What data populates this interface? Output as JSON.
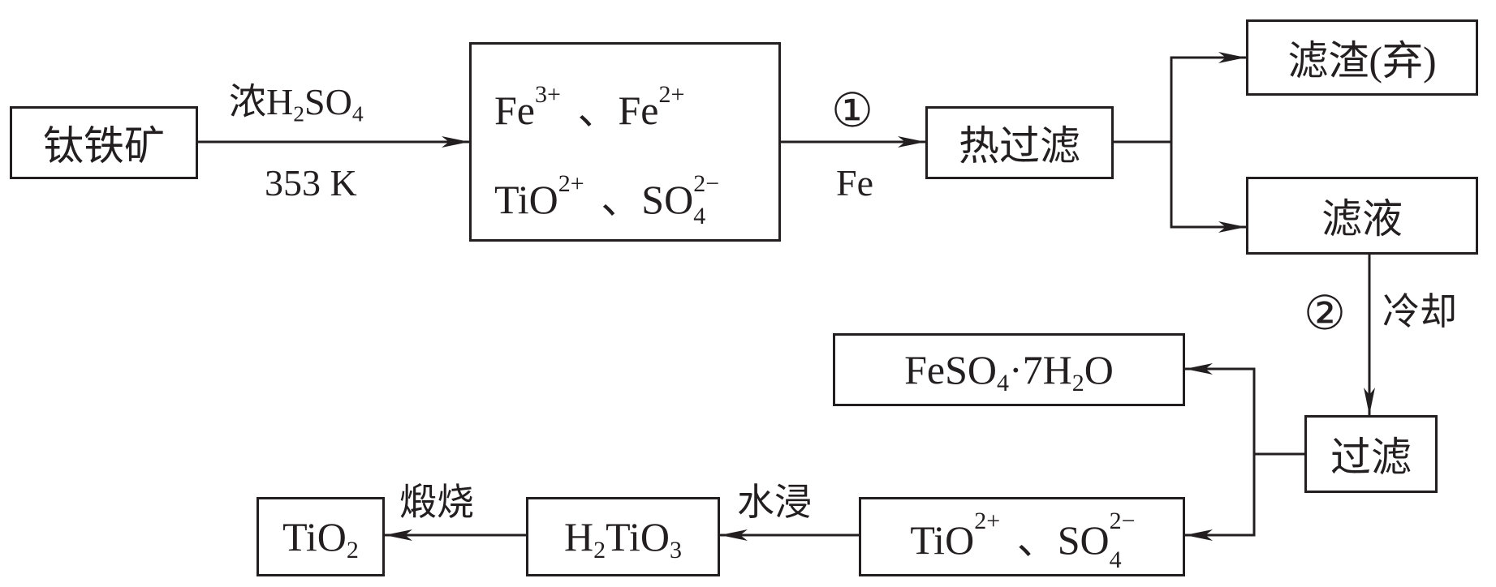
{
  "nodes": {
    "ilmenite": "钛铁矿",
    "hot_filtration": "热过滤",
    "residue": "滤渣(弃)",
    "filtrate": "滤液",
    "filtration": "过滤",
    "ferrous_sulfate": {
      "main": "FeSO",
      "sub": "4",
      "mid": "·7H",
      "sub2": "2",
      "end": "O"
    },
    "h2tio3": {
      "a": "H",
      "sub1": "2",
      "b": "TiO",
      "sub2": "3"
    },
    "tio2": {
      "a": "TiO",
      "sub": "2"
    },
    "solution1": {
      "fe3": "Fe",
      "fe3_sup": "3+",
      "sep1": "、",
      "fe2": "Fe",
      "fe2_sup": "2+",
      "tio": "TiO",
      "tio_sup": "2+",
      "sep2": "、",
      "so": "SO",
      "so_sup": "2−",
      "so_sub": "4"
    },
    "solution2": {
      "tio": "TiO",
      "tio_sup": "2+",
      "sep": "、",
      "so": "SO",
      "so_sup": "2−",
      "so_sub": "4"
    }
  },
  "labels": {
    "acid": {
      "a": "浓H",
      "sub1": "2",
      "b": "SO",
      "sub2": "4"
    },
    "temperature": "353 K",
    "step1": "①",
    "fe": "Fe",
    "step2": "②",
    "cooling": "冷却",
    "water_leach": "水浸",
    "calcination": "煅烧"
  }
}
